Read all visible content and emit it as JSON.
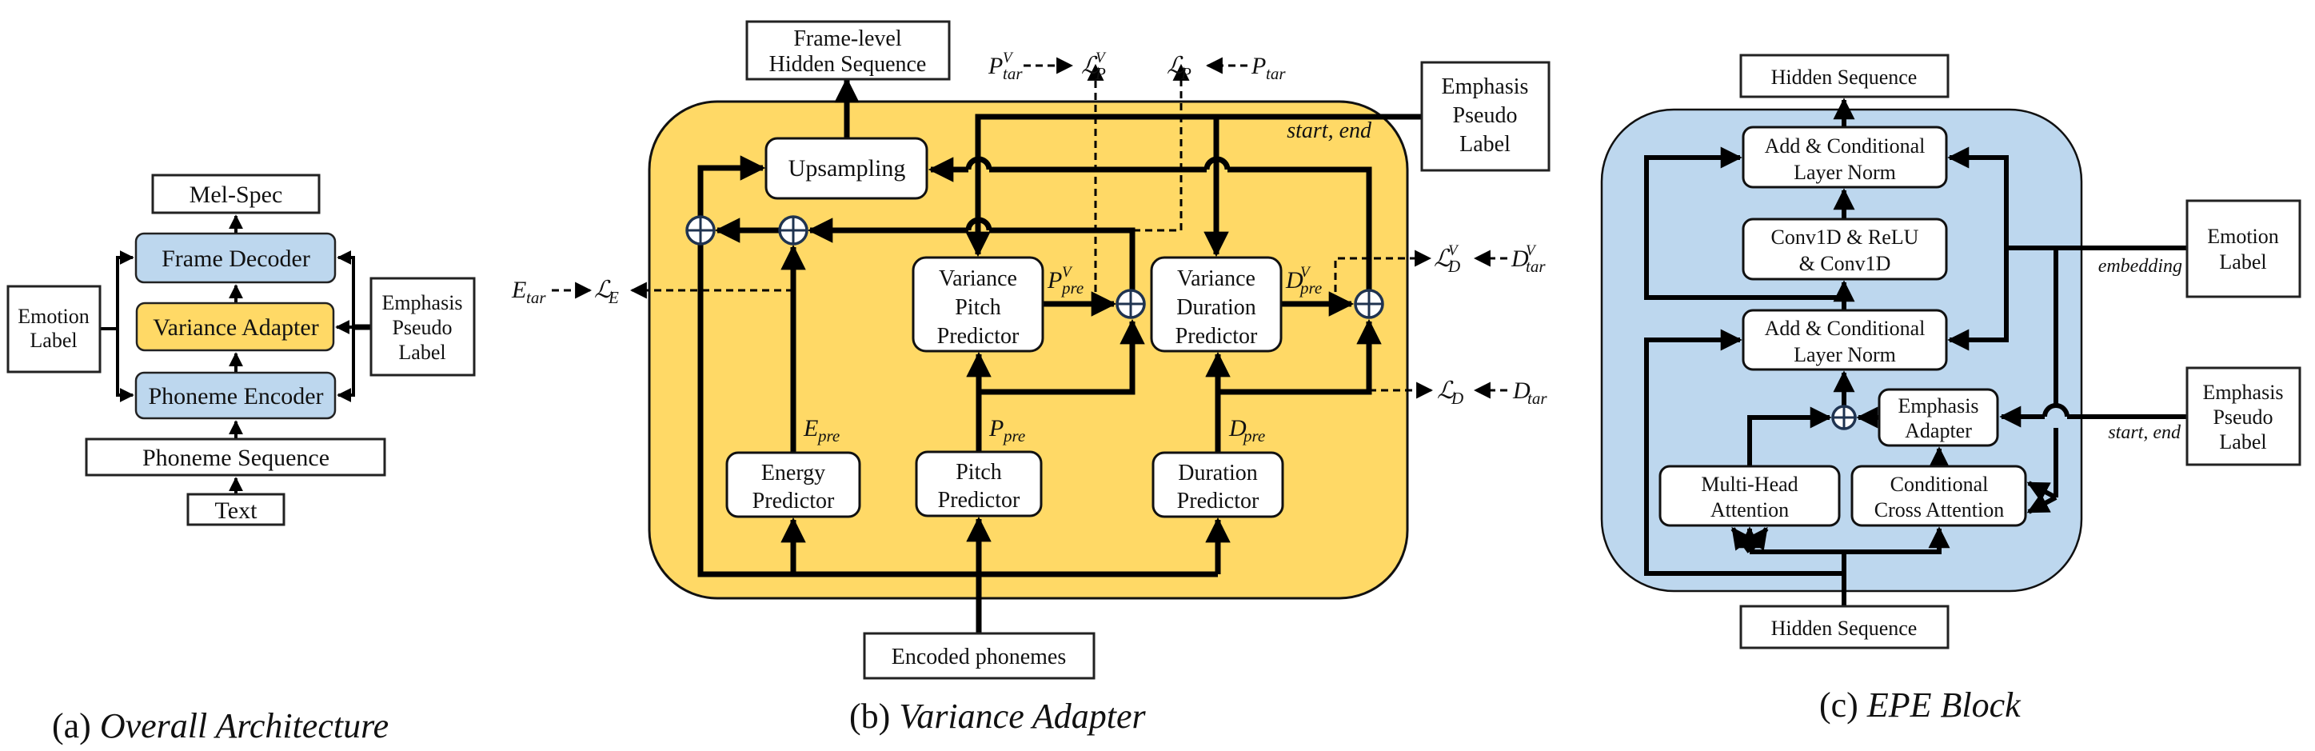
{
  "figure": {
    "panel_a": {
      "caption_prefix": "(a)",
      "caption_title": "Overall Architecture",
      "mel_spec": "Mel-Spec",
      "frame_decoder": "Frame Decoder",
      "variance_adapter": "Variance Adapter",
      "phoneme_encoder": "Phoneme Encoder",
      "phoneme_sequence": "Phoneme Sequence",
      "text": "Text",
      "emotion_label": [
        "Emotion",
        "Label"
      ],
      "emphasis_label": [
        "Emphasis",
        "Pseudo",
        "Label"
      ]
    },
    "panel_b": {
      "caption_prefix": "(b)",
      "caption_title": "Variance Adapter",
      "frame_level_output": [
        "Frame-level",
        "Hidden Sequence"
      ],
      "upsampling": "Upsampling",
      "variance_pitch_predictor": [
        "Variance",
        "Pitch",
        "Predictor"
      ],
      "variance_duration_predictor": [
        "Variance",
        "Duration",
        "Predictor"
      ],
      "energy_predictor": [
        "Energy",
        "Predictor"
      ],
      "pitch_predictor": [
        "Pitch",
        "Predictor"
      ],
      "duration_predictor": [
        "Duration",
        "Predictor"
      ],
      "encoded_phonemes": "Encoded phonemes",
      "emphasis_label": [
        "Emphasis",
        "Pseudo",
        "Label"
      ],
      "start_end": "start, end",
      "symbols": {
        "e_pre": {
          "base": "E",
          "sub": "pre"
        },
        "p_pre": {
          "base": "P",
          "sub": "pre"
        },
        "d_pre": {
          "base": "D",
          "sub": "pre"
        },
        "p_pre_v": {
          "base": "P",
          "sub": "pre",
          "sup": "V"
        },
        "d_pre_v": {
          "base": "D",
          "sub": "pre",
          "sup": "V"
        },
        "e_tar": {
          "base": "E",
          "sub": "tar"
        },
        "loss_e": {
          "base": "ℒ",
          "sub": "E"
        },
        "p_tar_v": {
          "base": "P",
          "sub": "tar",
          "sup": "V"
        },
        "loss_p_v": {
          "base": "ℒ",
          "sub": "P",
          "sup": "V"
        },
        "loss_p": {
          "base": "ℒ",
          "sub": "P"
        },
        "p_tar": {
          "base": "P",
          "sub": "tar"
        },
        "loss_d_v": {
          "base": "ℒ",
          "sub": "D",
          "sup": "V"
        },
        "d_tar_v": {
          "base": "D",
          "sub": "tar",
          "sup": "V"
        },
        "loss_d": {
          "base": "ℒ",
          "sub": "D"
        },
        "d_tar": {
          "base": "D",
          "sub": "tar"
        }
      }
    },
    "panel_c": {
      "caption_prefix": "(c)",
      "caption_title": "EPE Block",
      "hidden_sequence_out": "Hidden Sequence",
      "hidden_sequence_in": "Hidden Sequence",
      "add_norm_top": [
        "Add & Conditional",
        "Layer Norm"
      ],
      "conv_block": [
        "Conv1D & ReLU",
        "& Conv1D"
      ],
      "add_norm_bottom": [
        "Add & Conditional",
        "Layer Norm"
      ],
      "emphasis_adapter": [
        "Emphasis",
        "Adapter"
      ],
      "multi_head_attention": [
        "Multi-Head",
        "Attention"
      ],
      "conditional_cross_attention": [
        "Conditional",
        "Cross Attention"
      ],
      "emotion_label": [
        "Emotion",
        "Label"
      ],
      "emphasis_label": [
        "Emphasis",
        "Pseudo",
        "Label"
      ],
      "embedding": "embedding",
      "start_end": "start, end"
    },
    "colors": {
      "yellow": "#FFD966",
      "blue": "#BDD7EE",
      "plus_stroke": "#1f3350"
    }
  }
}
